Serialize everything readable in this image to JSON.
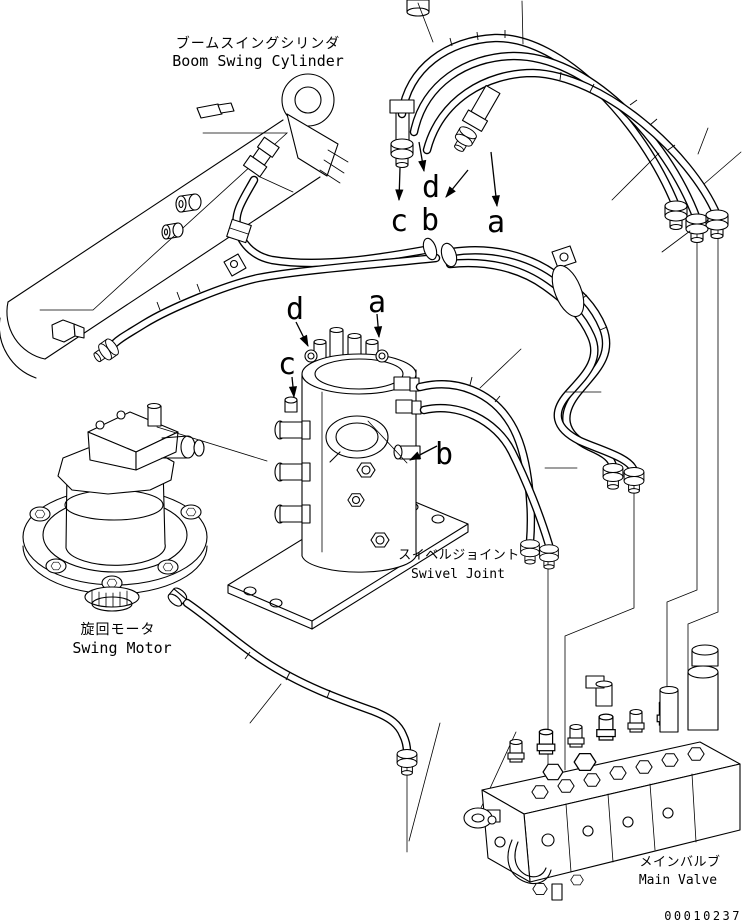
{
  "page": {
    "background": "#ffffff",
    "line_color": "#000000",
    "doc_number": "00010237"
  },
  "labels": {
    "boom_swing_cylinder": {
      "jp": "ブームスイングシリンダ",
      "en": "Boom Swing Cylinder"
    },
    "swivel_joint": {
      "jp": "スイベルジョイント",
      "en": "Swivel Joint"
    },
    "swing_motor": {
      "jp": "旋回モータ",
      "en": "Swing Motor"
    },
    "main_valve": {
      "jp": "メインバルブ",
      "en": "Main Valve"
    }
  },
  "callouts": {
    "hose_ends_top": {
      "a": "a",
      "b": "b",
      "c": "c",
      "d": "d"
    },
    "swivel_ports": {
      "a": "a",
      "b": "b",
      "c": "c",
      "d": "d"
    }
  }
}
